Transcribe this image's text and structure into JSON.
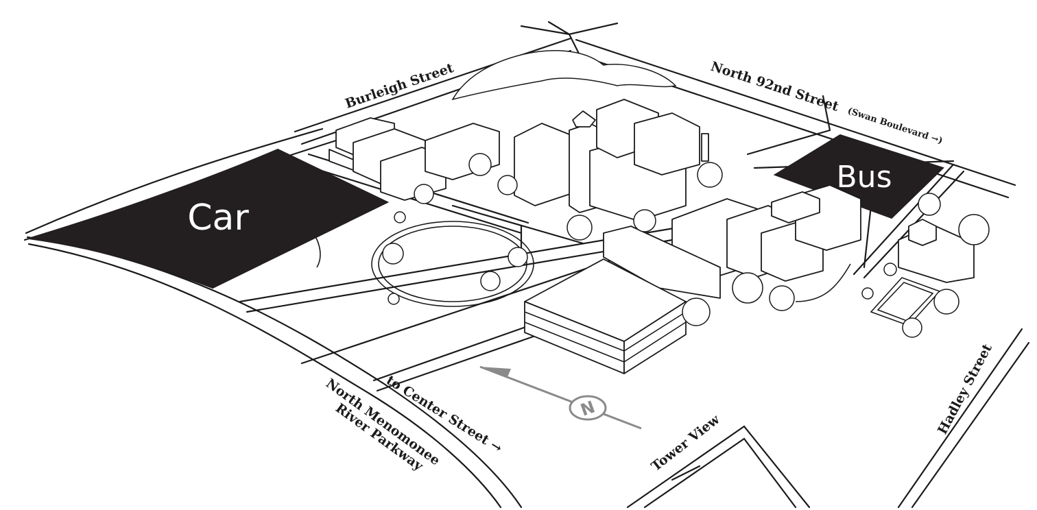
{
  "parking": {
    "car_label": "Car",
    "bus_label": "Bus",
    "lot_color": "#231f20"
  },
  "streets": {
    "burleigh": "Burleigh Street",
    "north92": "North 92nd Street",
    "swan": "(Swan Boulevard →)",
    "hadley": "Hadley Street",
    "menomonee_1": "North Menomonee",
    "menomonee_2": "River Parkway",
    "center": "to Center Street →",
    "tower": "Tower View"
  },
  "compass": {
    "letter": "N"
  }
}
